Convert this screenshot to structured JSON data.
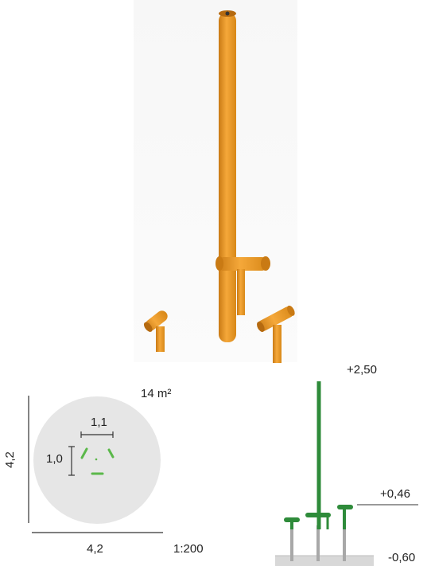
{
  "plan": {
    "area_label": "14 m²",
    "dim_height": "4,2",
    "dim_width": "4,2",
    "inner_width": "1,1",
    "inner_height": "1,0",
    "scale": "1:200"
  },
  "elevation": {
    "top_level": "+2,50",
    "mid_level": "+0,46",
    "foundation_level": "-0,60"
  },
  "colors": {
    "product_orange": "#F0A030",
    "plan_green": "#5BB84A",
    "elevation_green": "#2E8B3A",
    "safety_zone_gray": "#E6E6E6"
  }
}
